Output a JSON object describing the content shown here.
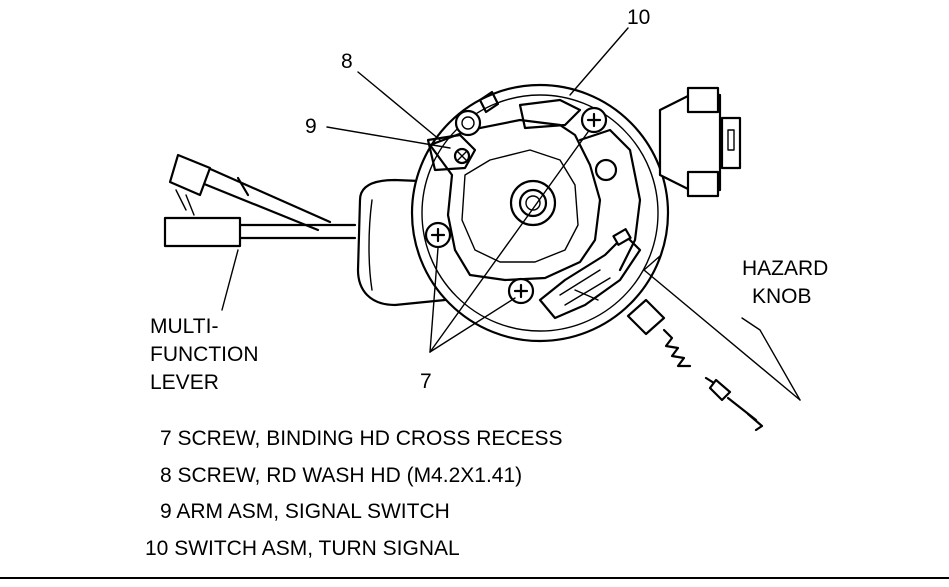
{
  "callouts": {
    "c10": "10",
    "c8": "8",
    "c9": "9",
    "c7": "7",
    "hazard_line1": "HAZARD",
    "hazard_line2": "KNOB",
    "lever_line1": "MULTI-",
    "lever_line2": "FUNCTION",
    "lever_line3": "LEVER"
  },
  "legend": [
    "7 SCREW, BINDING HD CROSS RECESS",
    "8 SCREW, RD WASH HD (M4.2X1.41)",
    "9 ARM ASM, SIGNAL SWITCH",
    "10 SWITCH ASM, TURN SIGNAL"
  ]
}
